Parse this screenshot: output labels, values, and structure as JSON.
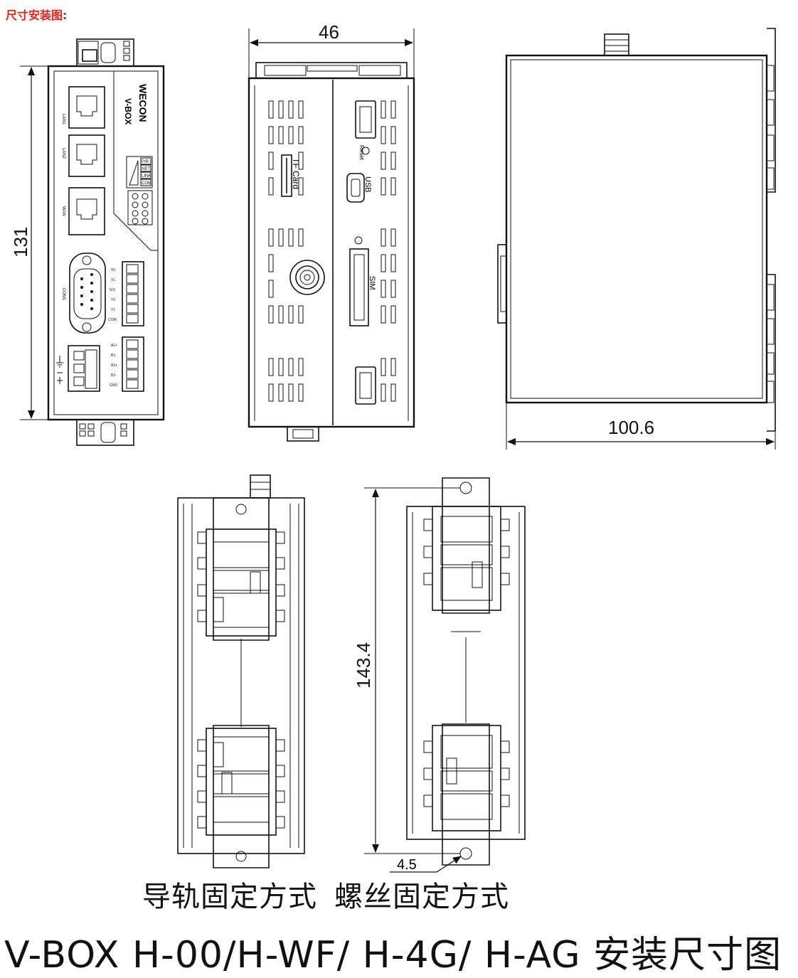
{
  "header": {
    "label": "尺寸安装图:"
  },
  "front_view": {
    "brand": "WECON",
    "model": "V-BOX",
    "ports": [
      "LAN1",
      "LAN2",
      "WAN",
      "COM1"
    ],
    "leds": [
      "P/R",
      "NET",
      "LINK",
      "COM"
    ],
    "io_terminals": [
      "X0",
      "X1",
      "S/S",
      "Y0",
      "Y1",
      "COM"
    ],
    "serial_terminals": [
      "A1+",
      "B1-",
      "A2+",
      "B2-",
      "GND"
    ]
  },
  "side_view": {
    "labels": {
      "tf_card": "TF Card",
      "reset": "Reset",
      "usb": "USB",
      "sim": "SIM"
    }
  },
  "dimensions": {
    "height": "131",
    "width": "46",
    "depth": "100.6",
    "screw_span": "143.4",
    "hole": "4.5"
  },
  "captions": {
    "rail": "导轨固定方式",
    "screw": "螺丝固定方式",
    "title": "V-BOX H-00/H-WF/ H-4G/ H-AG 安装尺寸图"
  },
  "colors": {
    "header": "#e0241b",
    "lines": "#111111"
  }
}
